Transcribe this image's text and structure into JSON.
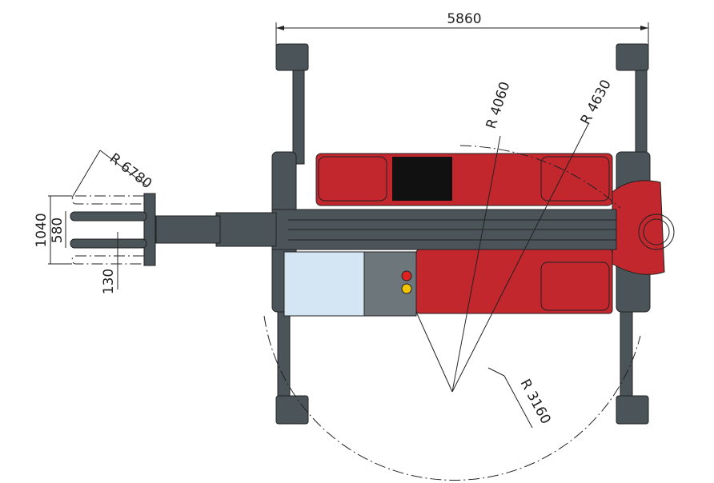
{
  "drawing": {
    "dimensions": {
      "overall_width": "5860",
      "radius_inner_boom": "R 4060",
      "radius_outer_boom": "R 4630",
      "radius_forks": "R 6780",
      "radius_tail": "R 3160",
      "fork_outer_width": "1040",
      "fork_inner_width": "580",
      "fork_thickness": "130"
    },
    "colors": {
      "body": "#c1272d",
      "steel": "#4a5459",
      "cab_glass": "#d4e6f3"
    }
  }
}
